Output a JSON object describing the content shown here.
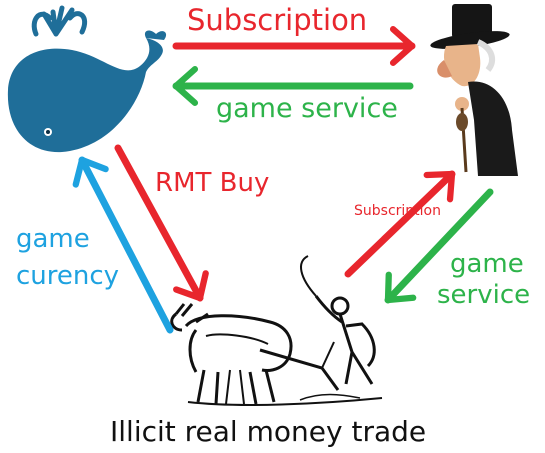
{
  "colors": {
    "red": "#e8262d",
    "green": "#2db34a",
    "blue": "#1ea2e0",
    "caption": "#111111"
  },
  "labels": {
    "top_subscription": "Subscription",
    "top_game_service": "game service",
    "rmt_buy": "RMT Buy",
    "game_curency_line1": "game",
    "game_curency_line2": "curency",
    "small_subscription": "Subscription",
    "right_game_service_line1": "game",
    "right_game_service_line2": "service"
  },
  "caption": "Illicit real money trade",
  "icons": {
    "whale": "whale-icon",
    "publisher": "top-hat-old-man-icon",
    "farmer": "ox-plough-farmer-icon"
  }
}
